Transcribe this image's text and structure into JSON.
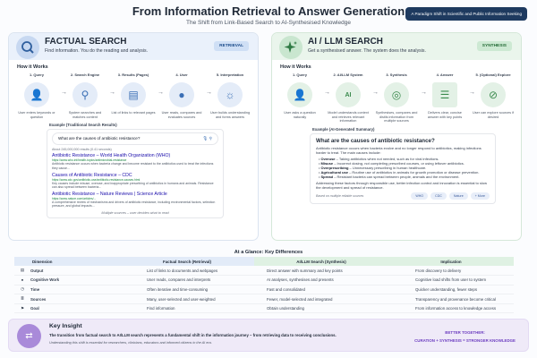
{
  "header": {
    "title": "From Information Retrieval to Answer Generation",
    "subtitle": "The Shift from Link-Based Search to AI-Synthesised Knowledge",
    "badge": "A Paradigm Shift in Scientific and Public Information Seeking"
  },
  "factual": {
    "title": "FACTUAL SEARCH",
    "subtitle": "Find information. You do the reading and analysis.",
    "badge": "RETRIEVAL",
    "how": "How it Works",
    "steps": [
      {
        "label": "1. Query",
        "icon": "user-icon",
        "desc": "User enters keywords or question"
      },
      {
        "label": "2. Search Engine",
        "icon": "search-icon",
        "desc": "System searches and matches content"
      },
      {
        "label": "3. Results (Pages)",
        "icon": "documents-icon",
        "desc": "List of links to relevant pages"
      },
      {
        "label": "4. User",
        "icon": "head-icon",
        "desc": "User reads, compares and evaluates sources"
      },
      {
        "label": "5. Interpretation",
        "icon": "lightbulb-icon",
        "desc": "User builds understanding and forms answers"
      }
    ],
    "example_title": "Example (Traditional Search Results)",
    "query": "What are the causes of antibiotic resistance?",
    "about": "About 245,000,000 results (0.41 seconds)",
    "results": [
      {
        "title": "Antibiotic Resistance – World Health Organization (WHO)",
        "url": "https://www.who.int/health-topics/antimicrobial-resistance",
        "snippet": "Antibiotic resistance occurs when bacteria change and become resistant to the antibiotics used to treat the infections they cause..."
      },
      {
        "title": "Causes of Antibiotic Resistance – CDC",
        "url": "https://www.cdc.gov/antibiotic-use/antibiotic-resistance-causes.html",
        "snippet": "Key causes include misuse, overuse, and inappropriate prescribing of antibiotics in humans and animals. Resistance can also spread between bacteria..."
      },
      {
        "title": "Antibiotic Resistance – Nature Reviews | Science Article",
        "url": "https://www.nature.com/articles/...",
        "snippet": "A comprehensive review of mechanisms and drivers of antibiotic resistance, including environmental factors, selection pressure, and global impacts..."
      }
    ],
    "footer": "Multiple sources – user decides what to read"
  },
  "ai": {
    "title": "AI / LLM SEARCH",
    "subtitle": "Get a synthesised answer. The system does the analysis.",
    "badge": "SYNTHESIS",
    "how": "How it Works",
    "steps": [
      {
        "label": "1. Query",
        "icon": "user-icon",
        "desc": "User asks a question naturally"
      },
      {
        "label": "2. AI/LLM System",
        "icon": "brain-icon",
        "desc": "Model understands context and retrieves relevant information"
      },
      {
        "label": "3. Synthesis",
        "icon": "venn-icon",
        "desc": "Synthesises, compares and distils information from multiple sources"
      },
      {
        "label": "4. Answer",
        "icon": "answer-icon",
        "desc": "Delivers clear, concise answer with key points"
      },
      {
        "label": "5. (Optional) Explore",
        "icon": "compass-icon",
        "desc": "User can explore sources if desired"
      }
    ],
    "example_title": "Example (AI-Generated Summary)",
    "question": "What are the causes of antibiotic resistance?",
    "intro": "Antibiotic resistance occurs when bacteria evolve and no longer respond to antibiotics, making infections harder to treat. The main causes include:",
    "bullets": [
      {
        "term": "Overuse",
        "text": " – Taking antibiotics when not needed, such as for viral infections."
      },
      {
        "term": "Misuse",
        "text": " – Incorrect dosing, not completing prescribed courses, or using leftover antibiotics."
      },
      {
        "term": "Overprescribing",
        "text": " – Unnecessary prescribing in human healthcare."
      },
      {
        "term": "Agricultural use",
        "text": " – Routine use of antibiotics in animals for growth promotion or disease prevention."
      },
      {
        "term": "Spread",
        "text": " – Resistant bacteria can spread between people, animals and the environment."
      }
    ],
    "conclusion": "Addressing these factors through responsible use, better infection control and innovation is essential to slow the development and spread of resistance.",
    "based_on": "Based on multiple reliable sources",
    "chips": [
      "WHO",
      "CDC",
      "Nature",
      "+ More"
    ]
  },
  "glance": {
    "title": "At a Glance: Key Differences",
    "headers": [
      "Dimension",
      "Factual Search (Retrieval)",
      "AI/LLM Search (Synthesis)",
      "Implication"
    ],
    "rows": [
      {
        "icon": "document-icon",
        "glyph": "▤",
        "dim": "Output",
        "fact": "List of links to documents and webpages",
        "ai": "Direct answer with summary and key points",
        "imp": "From discovery to delivery"
      },
      {
        "icon": "brain-icon",
        "glyph": "●",
        "dim": "Cognitive Work",
        "fact": "User reads, compares and interprets",
        "ai": "AI analyses, synthesises and presents",
        "imp": "Cognitive load shifts from user to system"
      },
      {
        "icon": "clock-icon",
        "glyph": "◷",
        "dim": "Time",
        "fact": "Often iterative and time-consuming",
        "ai": "Fast and consolidated",
        "imp": "Quicker understanding, fewer steps"
      },
      {
        "icon": "database-icon",
        "glyph": "≣",
        "dim": "Sources",
        "fact": "Many, user-selected and user-weighted",
        "ai": "Fewer, model-selected and integrated",
        "imp": "Transparency and provenance become critical"
      },
      {
        "icon": "flag-icon",
        "glyph": "⚑",
        "dim": "Goal",
        "fact": "Find information",
        "ai": "Obtain understanding",
        "imp": "From information access to knowledge access"
      }
    ]
  },
  "insight": {
    "title": "Key Insight",
    "statement": "The transition from factual search to AI/LLM search represents a fundamental shift in the information journey – from retrieving data to receiving conclusions.",
    "note": "Understanding this shift is essential for researchers, clinicians, educators and informed citizens in the AI era.",
    "better_title": "BETTER TOGETHER:",
    "better_text": "CURATION + SYNTHESIS = STRONGER KNOWLEDGE"
  }
}
